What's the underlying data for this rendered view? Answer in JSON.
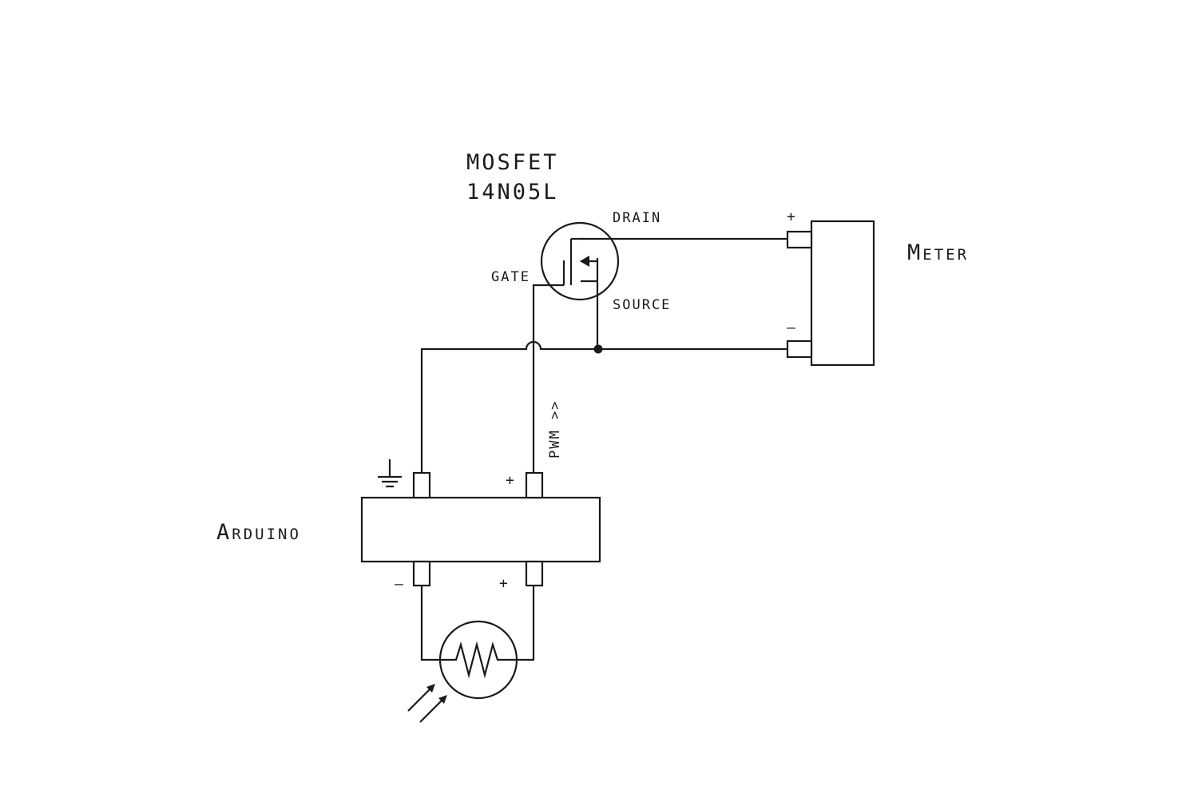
{
  "mosfet": {
    "title_line1": "MOSFET",
    "title_line2": "14N05L",
    "pin_drain": "DRAIN",
    "pin_gate": "GATE",
    "pin_source": "SOURCE"
  },
  "meter": {
    "label": "Meter",
    "plus": "+",
    "minus": "–"
  },
  "arduino": {
    "label": "Arduino",
    "top_plus": "+",
    "bottom_minus": "–",
    "bottom_plus": "+"
  },
  "signal": {
    "pwm_label": "PWM >>"
  },
  "colors": {
    "ink": "#1a1a1a",
    "background": "#ffffff"
  }
}
